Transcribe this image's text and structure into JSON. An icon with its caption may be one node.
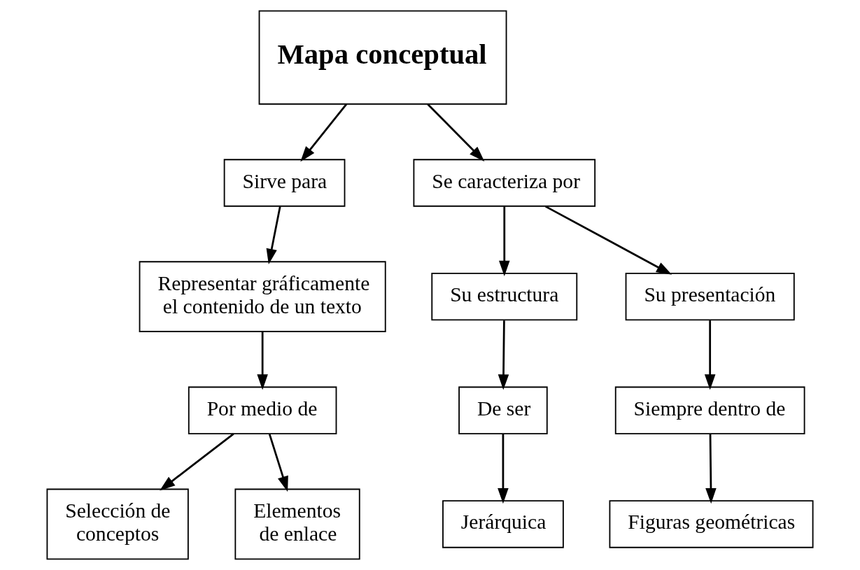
{
  "diagram": {
    "nodes": [
      {
        "text": [
          "Mapa conceptual"
        ]
      },
      {
        "text": [
          "Sirve para"
        ]
      },
      {
        "text": [
          "Se caracteriza por"
        ]
      },
      {
        "text": [
          "Representar gráficamente el contenido de un texto"
        ]
      },
      {
        "text": [
          "Su estructura"
        ]
      },
      {
        "text": [
          "Su presentación"
        ]
      },
      {
        "text": [
          "Por medio de"
        ]
      },
      {
        "text": [
          "De ser"
        ]
      },
      {
        "text": [
          "Siempre dentro de"
        ]
      },
      {
        "text": [
          "Selección de conceptos"
        ]
      },
      {
        "text": [
          "Elementos de enlace"
        ]
      },
      {
        "text": [
          "Jerárquica"
        ]
      },
      {
        "text": [
          "Figuras geométricas"
        ]
      }
    ],
    "edges": [
      {
        "from": 0,
        "to": 1,
        "arrow": "to"
      },
      {
        "from": 0,
        "to": 2,
        "arrow": "to"
      },
      {
        "from": 1,
        "to": 3,
        "arrow": "to"
      },
      {
        "from": 2,
        "to": 4,
        "arrow": "to"
      },
      {
        "from": 2,
        "to": 5,
        "arrow": "to"
      },
      {
        "from": 3,
        "to": 6,
        "arrow": "to"
      },
      {
        "from": 4,
        "to": 7,
        "arrow": "to"
      },
      {
        "from": 5,
        "to": 8,
        "arrow": "to"
      },
      {
        "from": 6,
        "to": 9,
        "arrow": "to"
      },
      {
        "from": 6,
        "to": 10,
        "arrow": "to"
      },
      {
        "from": 7,
        "to": 11,
        "arrow": "to"
      },
      {
        "from": 8,
        "to": 12,
        "arrow": "to"
      }
    ]
  }
}
